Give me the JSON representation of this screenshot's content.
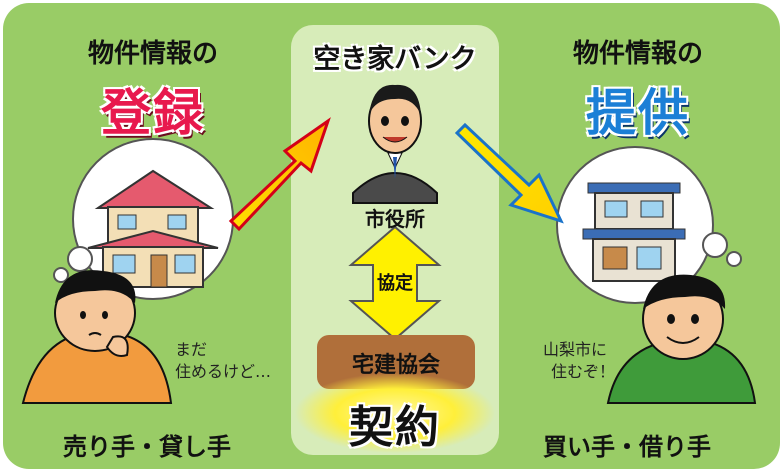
{
  "left": {
    "heading": "物件情報の",
    "action": "登録",
    "thought": [
      "まだ",
      "住めるけど…"
    ],
    "role": "売り手・貸し手"
  },
  "center": {
    "heading": "空き家バンク",
    "office": "市役所",
    "agreement": "協定",
    "association": "宅建協会",
    "contract": "契約"
  },
  "right": {
    "heading": "物件情報の",
    "action": "提供",
    "thought": [
      "山梨市に",
      "住むぞ！"
    ],
    "role": "買い手・借り手"
  },
  "colors": {
    "background": "#99cc66",
    "center_panel": "#d7ecb9",
    "register": "#e8194d",
    "provide": "#1b7fd6",
    "arrow_left": "#ffcc00",
    "arrow_right": "#ffdd00",
    "association_box": "#b06f3a"
  }
}
